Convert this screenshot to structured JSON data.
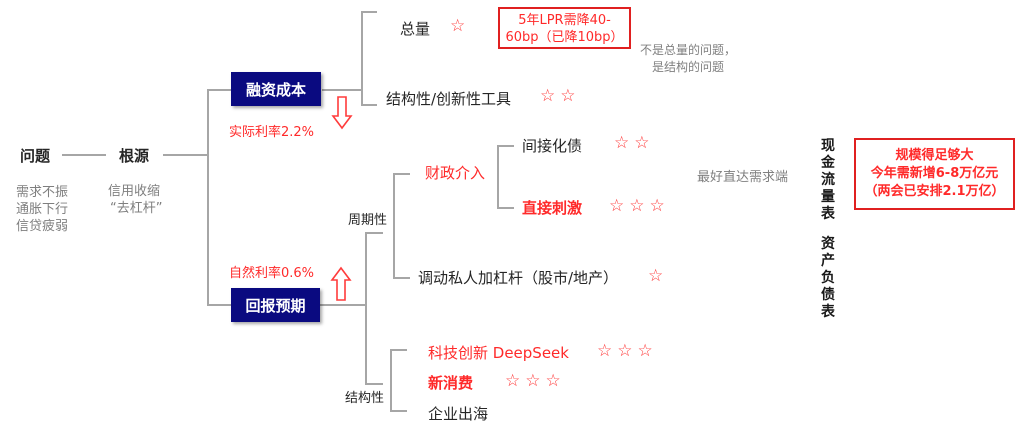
{
  "problem": {
    "title": "问题",
    "symptoms": [
      "需求不振",
      "通胀下行",
      "信贷疲弱"
    ]
  },
  "root": {
    "title": "根源",
    "description": [
      "信用收缩",
      "“去杠杆”"
    ]
  },
  "financing_cost": {
    "label": "融资成本",
    "rate_label": "实际利率2.2%",
    "arrow": "down-arrow-icon",
    "children": {
      "total": {
        "label": "总量",
        "stars": "☆"
      },
      "structural": {
        "label": "结构性/创新性工具",
        "stars": "☆☆"
      }
    },
    "callout": {
      "line1": "5年LPR需降40-",
      "line2": "60bp（已降10bp）"
    },
    "note": {
      "line1": "不是总量的问题，",
      "line2": "是结构的问题"
    }
  },
  "return_expectation": {
    "label": "回报预期",
    "rate_label": "自然利率0.6%",
    "arrow": "up-arrow-icon",
    "cyclical": {
      "label": "周期性",
      "fiscal": {
        "label": "财政介入",
        "children": [
          {
            "label": "间接化债",
            "stars": "☆☆"
          },
          {
            "label": "直接刺激",
            "stars": "☆☆☆"
          }
        ]
      },
      "private_leverage": {
        "label": "调动私人加杠杆（股市/地产）",
        "stars": "☆"
      }
    },
    "structural": {
      "label": "结构性",
      "children": [
        {
          "label": "科技创新 DeepSeek",
          "stars": "☆☆☆"
        },
        {
          "label": "新消费",
          "stars": "☆☆☆"
        },
        {
          "label": "企业出海",
          "stars": ""
        }
      ]
    }
  },
  "demand_note": "最好直达需求端",
  "statements": {
    "cash_flow": "现金流量表",
    "balance_sheet": "资产负债表"
  },
  "scale_callout": {
    "line1": "规模得足够大",
    "line2": "今年需新增6-8万亿元",
    "line3": "（两会已安排2.1万亿）"
  },
  "colors": {
    "navy": "#0a0a80",
    "red": "#ff2a2a",
    "line_gray": "#a6a6a6",
    "text_gray": "#7f7f7f"
  }
}
